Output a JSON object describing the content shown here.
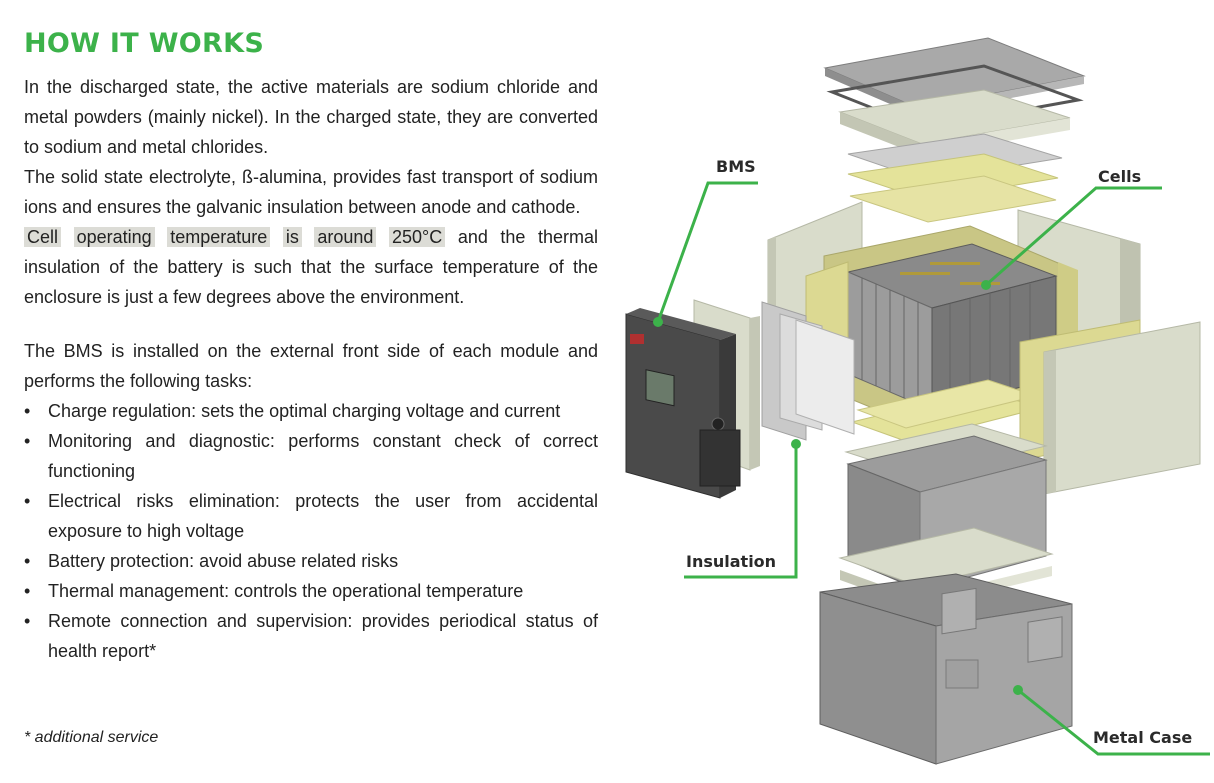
{
  "heading": "HOW IT WORKS",
  "paragraphs": {
    "p1": "In the discharged state, the active materials are sodium chloride and metal powders (mainly nickel). In the charged state, they are converted to sodium and metal chlorides.",
    "p2": "The solid state electrolyte, ß-alumina, provides fast transport of sodium ions and ensures the galvanic insulation between anode and cathode.",
    "p3_highlight": [
      "Cell",
      "operating",
      "temperature",
      "is",
      "around",
      "250°C"
    ],
    "p3_rest": "and the thermal insulation of the battery is such that the surface temperature of the enclosure is just a few degrees above the environment.",
    "p4": "The BMS is installed on the external front side of each module and performs the following tasks:"
  },
  "bullets": [
    "Charge regulation: sets the optimal charging voltage and current",
    "Monitoring and diagnostic: performs constant check of correct functioning",
    "Electrical risks elimination: protects the user from accidental exposure to high voltage",
    "Battery protection: avoid abuse related risks",
    "Thermal management: controls the operational temperature",
    "Remote connection and supervision: provides periodical status of health report*"
  ],
  "footnote": "* additional service",
  "diagram": {
    "labels": {
      "bms": "BMS",
      "cells": "Cells",
      "insulation": "Insulation",
      "metal_case": "Metal Case"
    },
    "colors": {
      "accent_green": "#3cb24a",
      "insulation_panel": "#d9dccb",
      "yellow_sheet": "#e4e39a",
      "metal_gray": "#9a9a9a"
    }
  }
}
